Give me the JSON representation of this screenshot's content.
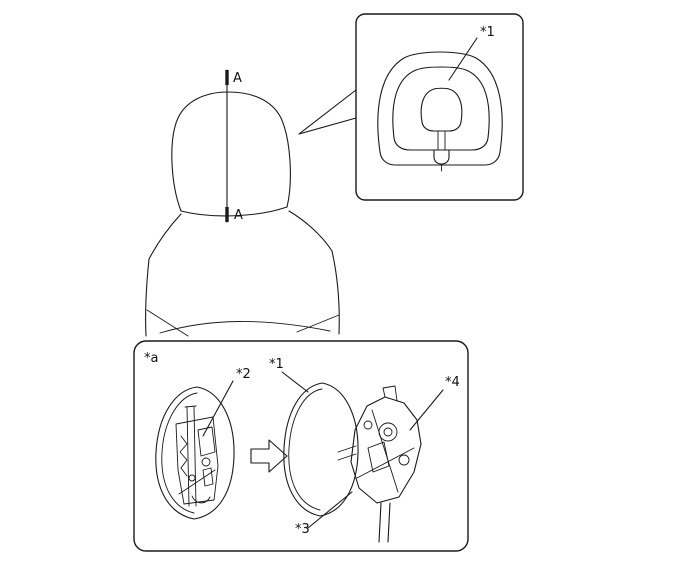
{
  "figure": {
    "colors": {
      "background": "#ffffff",
      "line": "#1a1a1a",
      "shade": "#b3b3b3"
    },
    "section_view": {
      "top_label": "A",
      "bottom_label": "A"
    },
    "detail_inset": {
      "pad_label": "*1"
    },
    "procedure_panel": {
      "panel_label": "*a",
      "lock_assembly_label": "*2",
      "cover_label": "*1",
      "lower_label": "*3",
      "bracket_label": "*4"
    }
  }
}
